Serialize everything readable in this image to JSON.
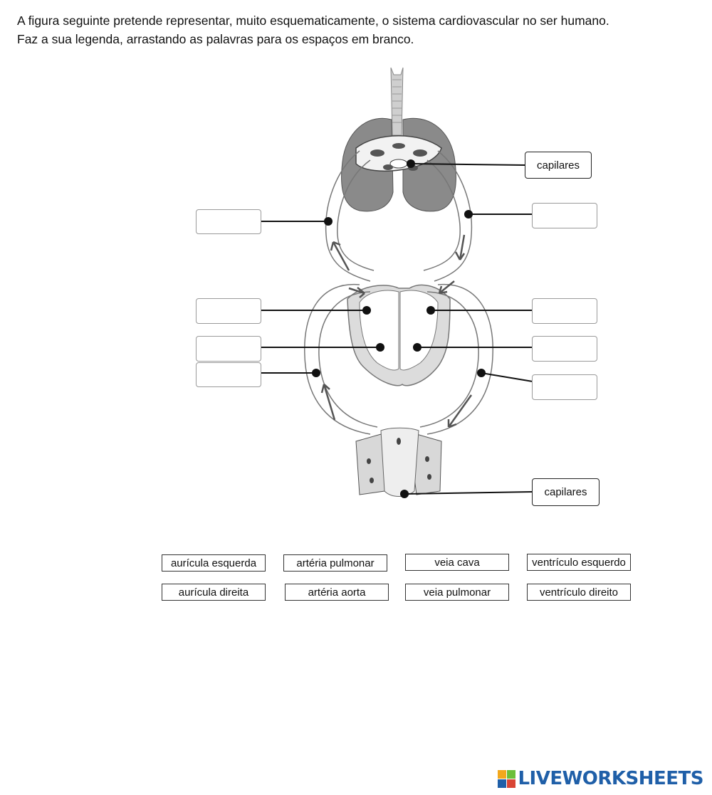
{
  "instructions": {
    "line1": "A figura seguinte pretende representar, muito esquematicamente, o sistema cardiovascular no ser humano.",
    "line2": "Faz a sua legenda, arrastando as palavras para os espaços em branco."
  },
  "diagram": {
    "fixed_labels": {
      "lung_capillaries": "capilares",
      "body_capillaries": "capilares"
    }
  },
  "word_bank": [
    "aurícula esquerda",
    "artéria pulmonar",
    "veia cava",
    "ventrículo esquerdo",
    "aurícula direita",
    "artéria aorta",
    "veia pulmonar",
    "ventrículo direito"
  ],
  "brand": {
    "name": "LIVEWORKSHEETS",
    "colors": [
      "#f2a81d",
      "#6cbf3a",
      "#1f5fa8",
      "#d94535"
    ]
  }
}
